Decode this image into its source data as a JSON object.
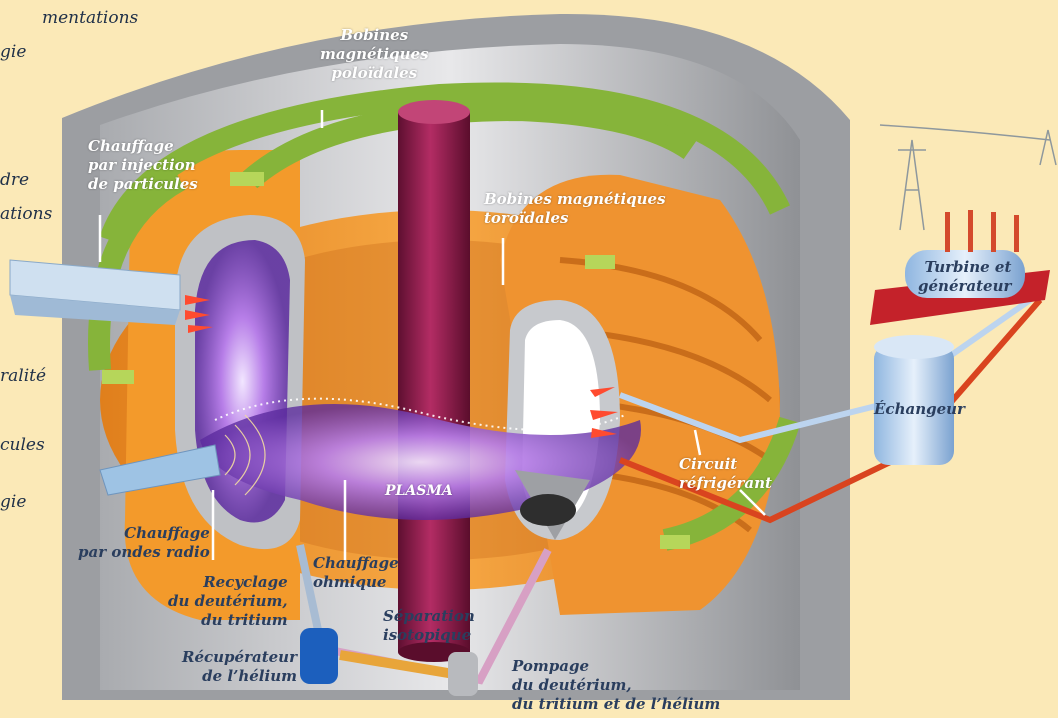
{
  "colors": {
    "background": "#fbe9b7",
    "vessel_grey": "#8a8c90",
    "coil_orange": "#f39a2b",
    "coil_green": "#86b43a",
    "solenoid": "#8a1c4a",
    "plasma": "#a066d8",
    "label_white": "#ffffff",
    "label_dark": "#2a3e5e"
  },
  "side_text": [
    "mentations",
    "gie",
    "dre",
    "ations",
    "ralité",
    "cules",
    "gie"
  ],
  "labels": {
    "poloidal": [
      "Bobines",
      "magnétiques",
      "poloïdales"
    ],
    "injection": [
      "Chauffage",
      "par injection",
      "de particules"
    ],
    "toroidal": [
      "Bobines magnétiques",
      "toroïdales"
    ],
    "turbine": [
      "Turbine et",
      "générateur"
    ],
    "exchanger": [
      "Échangeur"
    ],
    "circuit": [
      "Circuit",
      "réfrigérant"
    ],
    "plasma": [
      "PLASMA"
    ],
    "radio": [
      "Chauffage",
      "par ondes radio"
    ],
    "ohmic": [
      "Chauffage",
      "ohmique"
    ],
    "recycling": [
      "Recyclage",
      "du deutérium,",
      "du tritium"
    ],
    "separation": [
      "Séparation",
      "isotopique"
    ],
    "helium": [
      "Récupérateur",
      "de l’hélium"
    ],
    "pumping": [
      "Pompage",
      "du deutérium,",
      "du tritium et de l’hélium"
    ]
  }
}
